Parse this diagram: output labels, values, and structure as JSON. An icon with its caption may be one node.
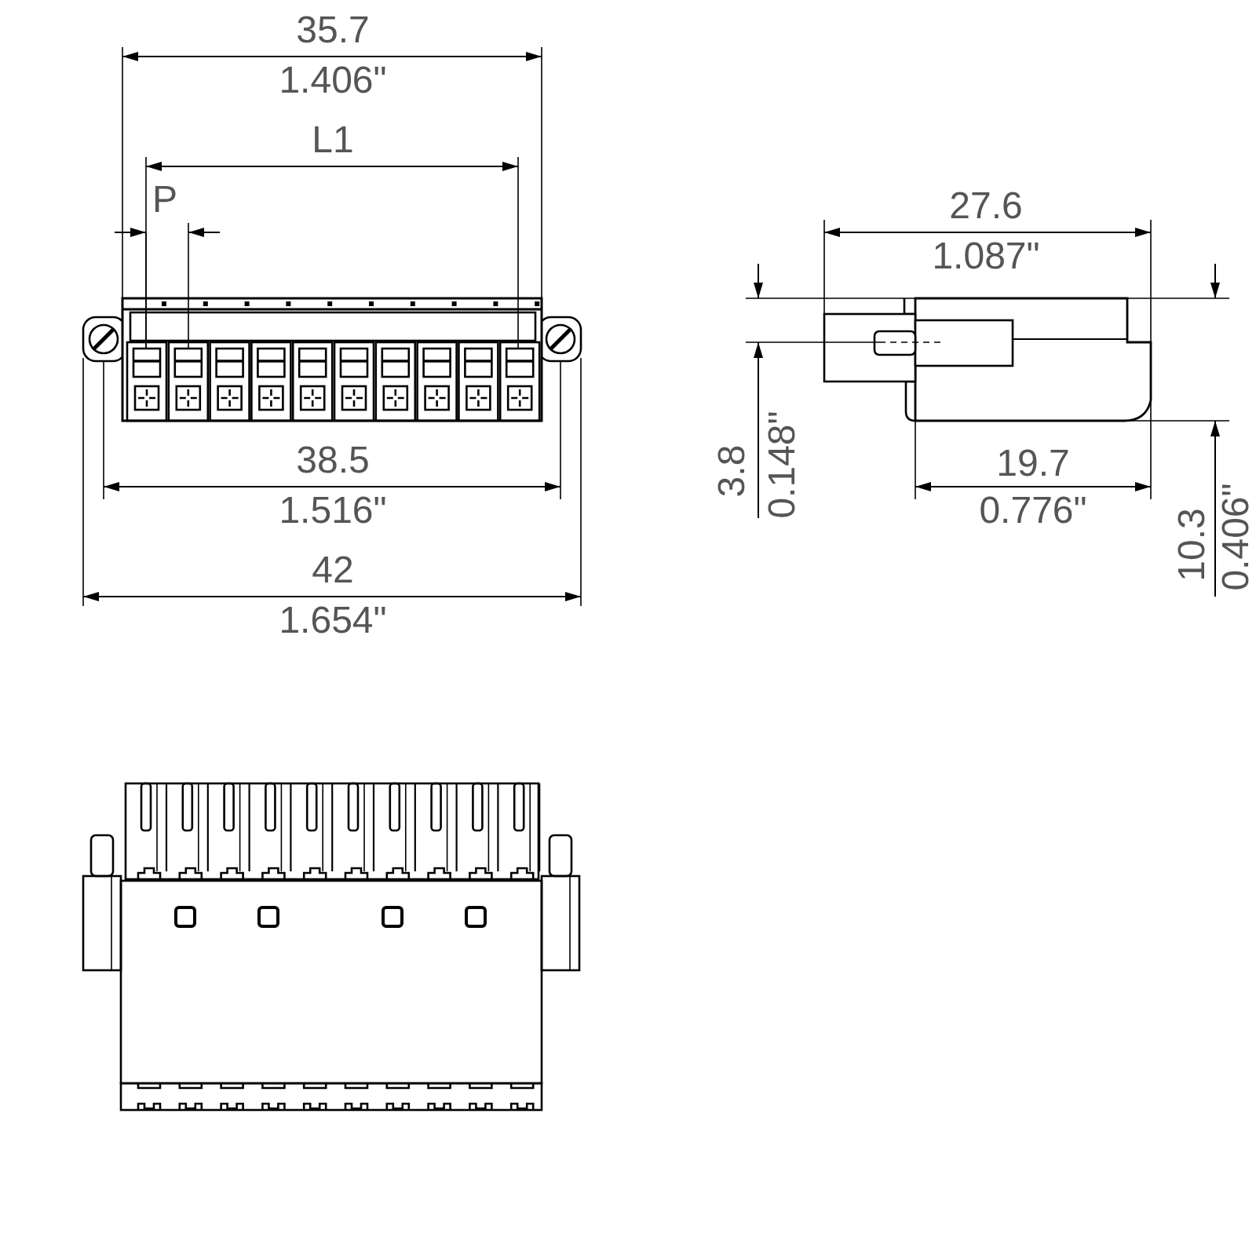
{
  "diagram": {
    "labels": [
      "35.7",
      "1.406\"",
      "L1",
      "P",
      "38.5",
      "1.516\"",
      "42",
      "1.654\"",
      "27.6",
      "1.087\"",
      "3.8",
      "0.148\"",
      "19.7",
      "0.776\"",
      "10.3",
      "0.406\""
    ]
  }
}
